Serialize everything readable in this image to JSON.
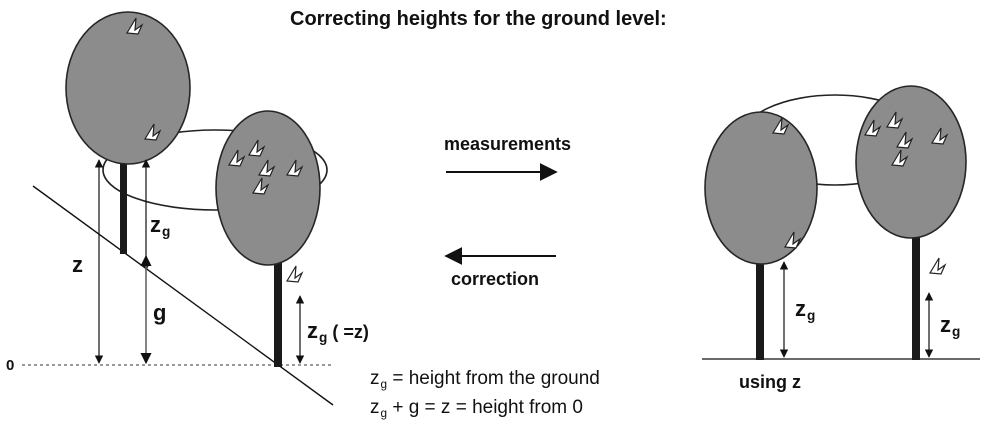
{
  "title": "Correcting heights for the ground level:",
  "arrows": {
    "measurements": "measurements",
    "correction": "correction"
  },
  "symbols": {
    "z": "z",
    "g": "g",
    "z_sub": "z",
    "sub_g": "g",
    "zero": "0",
    "eq_tail": "( =z)"
  },
  "legend": {
    "line1_suffix": " = height from the ground",
    "line2_mid": " + g = z = height from 0"
  },
  "right_label": "using z",
  "colors": {
    "crown_fill": "#8c8c8c",
    "crown_stroke": "#262626",
    "trunk": "#1a1a1a",
    "background": "#ffffff"
  }
}
